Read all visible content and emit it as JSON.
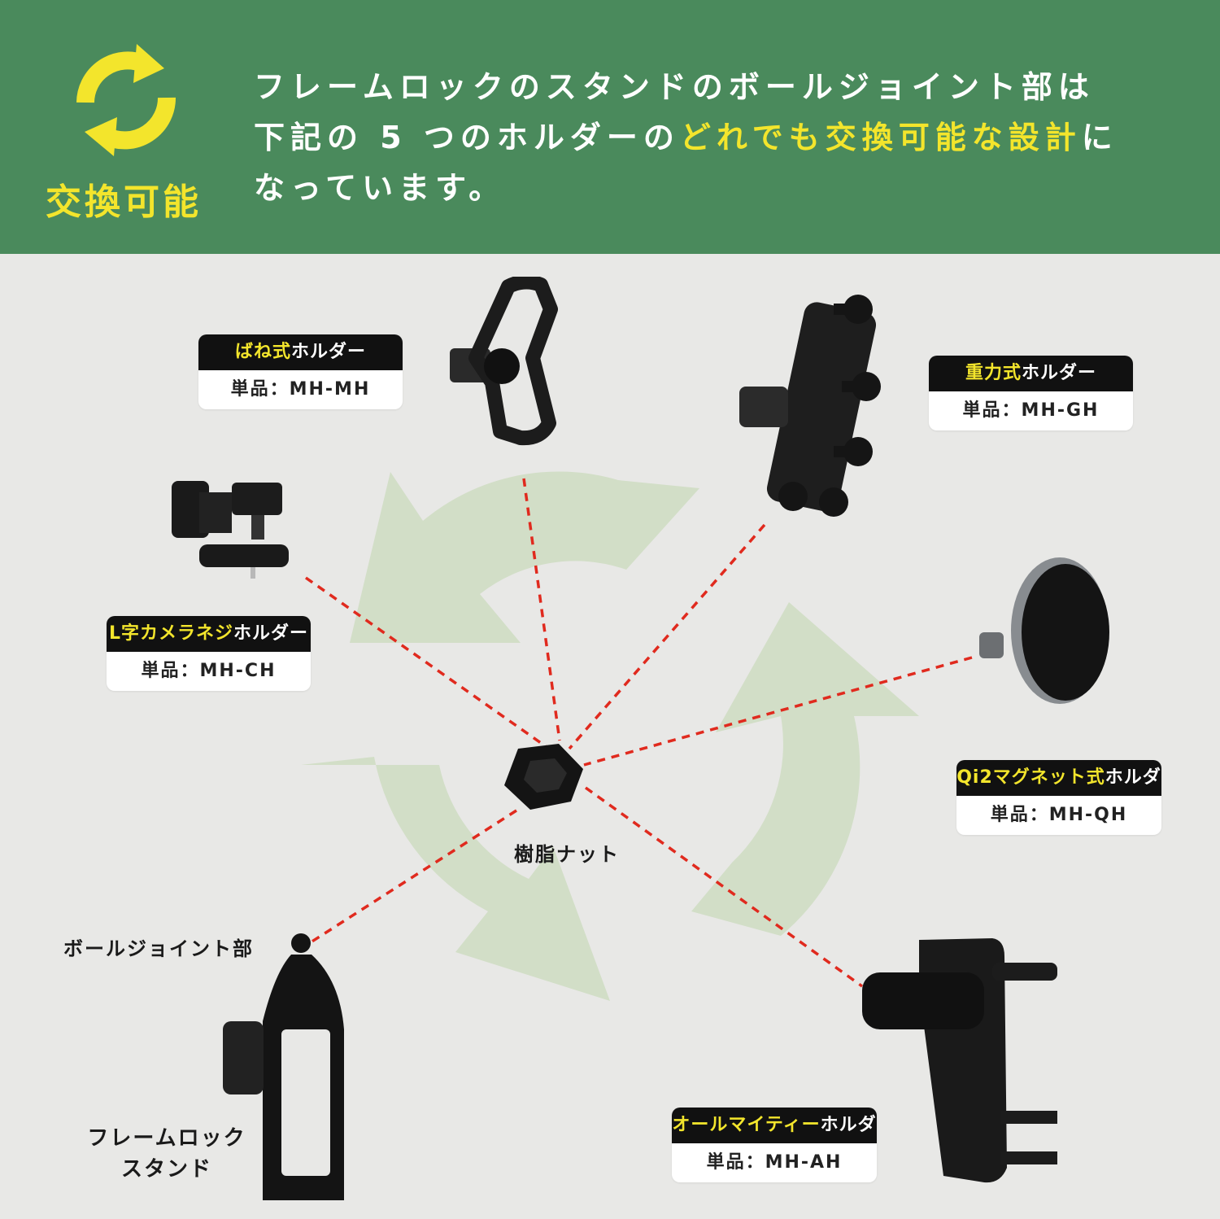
{
  "header": {
    "badge_label": "交換可能",
    "intro_line1": "フレームロックのスタンドのボールジョイント部は",
    "intro_line2_a": "下記の 5 つのホルダーの",
    "intro_line2_highlight": "どれでも交換可能な設計",
    "intro_line2_b": "に",
    "intro_line3": "なっています。",
    "highlight_color": "#f3e52c",
    "background_color": "#4a8a5c"
  },
  "holders": [
    {
      "name_highlight": "ばね式",
      "name_rest": "ホルダー",
      "code": "単品：MH-MH",
      "icon": "spring-holder"
    },
    {
      "name_highlight": "重力式",
      "name_rest": "ホルダー",
      "code": "単品：MH-GH",
      "icon": "gravity-holder"
    },
    {
      "name_highlight": "L字カメラネジ",
      "name_rest": "ホルダー",
      "code": "単品：MH-CH",
      "icon": "l-camera-screw-holder"
    },
    {
      "name_highlight": "Qi2マグネット式",
      "name_rest": "ホルダー",
      "code": "単品：MH-QH",
      "icon": "qi2-magnet-holder"
    },
    {
      "name_highlight": "オールマイティー",
      "name_rest": "ホルダー",
      "code": "単品：MH-AH",
      "icon": "almighty-holder"
    }
  ],
  "labels": {
    "nut": "樹脂ナット",
    "ball_joint": "ボールジョイント部",
    "stand_line1": "フレームロック",
    "stand_line2": "スタンド"
  },
  "colors": {
    "dashed_line": "#e02a1e",
    "cycle_arrows": "#d2dec7"
  }
}
